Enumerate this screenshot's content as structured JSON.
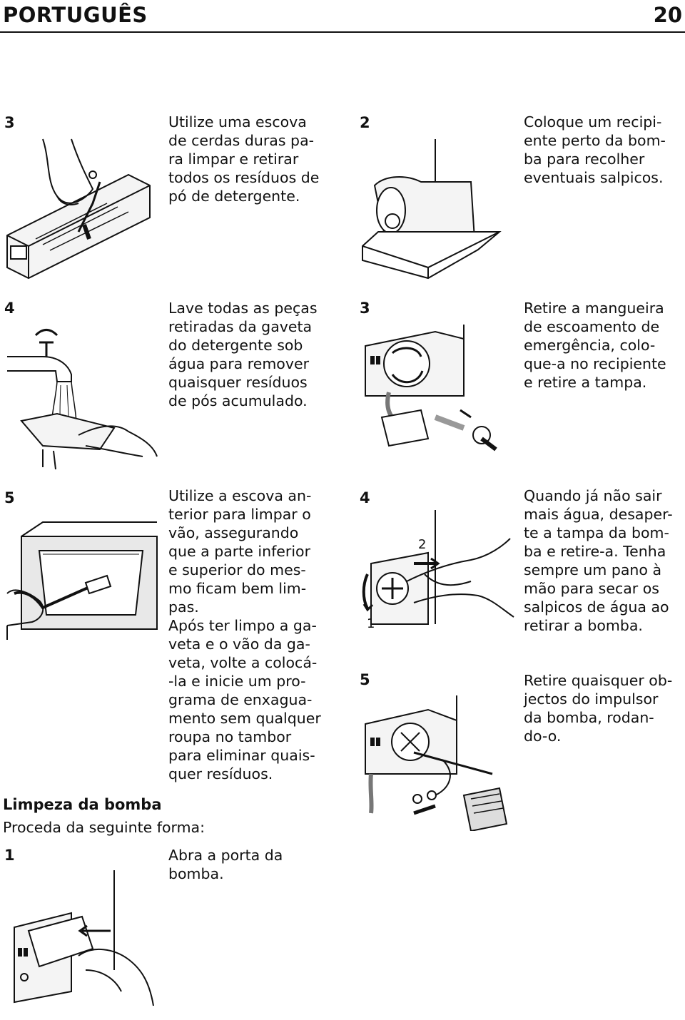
{
  "header": {
    "language": "PORTUGUÊS",
    "page_number": "20"
  },
  "left_column": {
    "step3": {
      "number": "3",
      "text": "Utilize uma escova\nde cerdas duras pa-\nra limpar e retirar\ntodos os resíduos de\npó de detergente."
    },
    "step4": {
      "number": "4",
      "text": "Lave todas as peças\nretiradas da gaveta\ndo detergente sob\nágua para remover\nquaisquer resíduos\nde pós acumulado."
    },
    "step5": {
      "number": "5",
      "text": "Utilize a escova an-\nterior para limpar o\nvão, assegurando\nque a parte inferior\ne superior do mes-\nmo ficam bem lim-\npas.\nApós ter limpo a ga-\nveta e o vão da ga-\nveta, volte a colocá-\n-la e inicie um pro-\ngrama de enxagua-\nmento sem qualquer\nroupa no tambor\npara eliminar quais-\nquer resíduos."
    },
    "pump_section": {
      "title": "Limpeza da bomba",
      "subtitle": "Proceda da seguinte forma:"
    },
    "pump_step1": {
      "number": "1",
      "text": "Abra a porta da\nbomba."
    }
  },
  "right_column": {
    "step2": {
      "number": "2",
      "text": "Coloque um recipi-\nente perto da bom-\nba para recolher\neventuais salpicos."
    },
    "step3": {
      "number": "3",
      "text": "Retire a mangueira\nde escoamento de\nemergência, colo-\nque-a no recipiente\ne retire a tampa."
    },
    "step4": {
      "number": "4",
      "text": "Quando já não sair\nmais água, desaper-\nte a tampa da bom-\nba e retire-a. Tenha\nsempre um pano à\nmão para secar os\nsalpicos de água ao\nretirar a bomba.",
      "figure_labels": [
        "2",
        "1"
      ]
    },
    "step5": {
      "number": "5",
      "text": "Retire quaisquer ob-\njectos do impulsor\nda bomba, rodan-\ndo-o."
    }
  }
}
